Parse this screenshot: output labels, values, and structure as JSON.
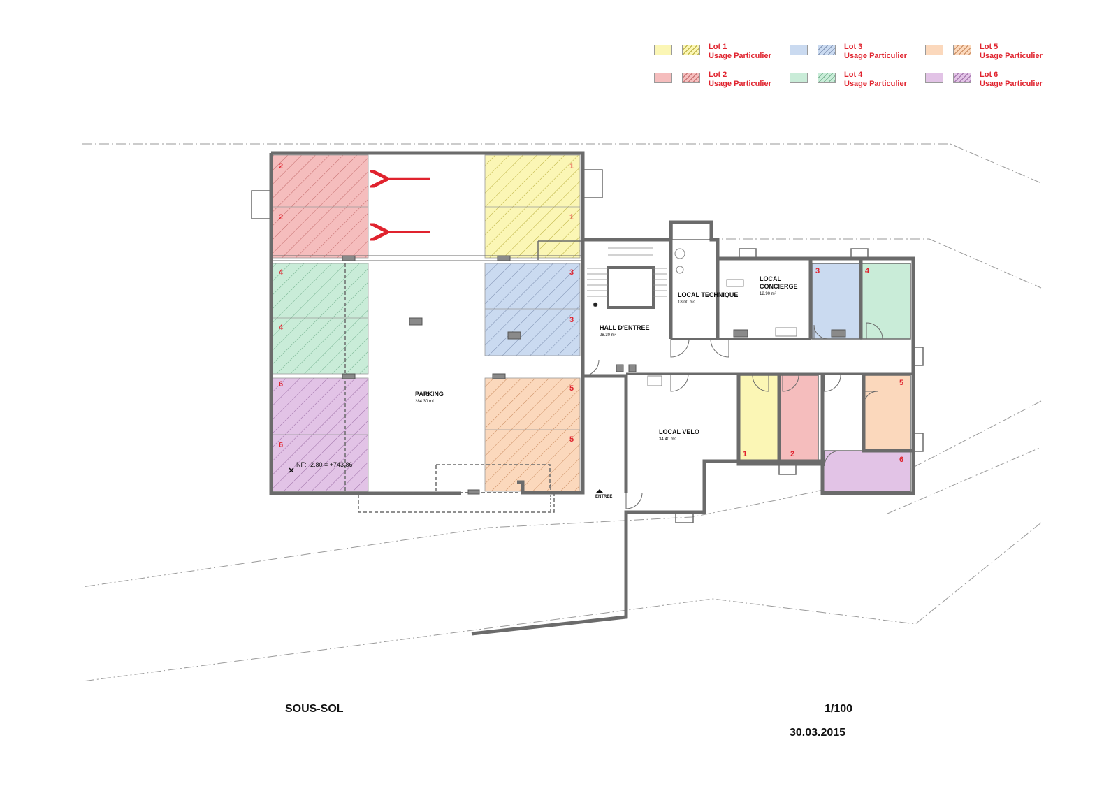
{
  "legend": [
    {
      "title": "Lot 1",
      "usage": "Usage Particulier",
      "color": "#fbf6b5",
      "hatch": "#b8ad3a"
    },
    {
      "title": "Lot 3",
      "usage": "Usage Particulier",
      "color": "#cadaf0",
      "hatch": "#7d8fb0"
    },
    {
      "title": "Lot 5",
      "usage": "Usage Particulier",
      "color": "#fbd8bc",
      "hatch": "#c7875a"
    },
    {
      "title": "Lot 2",
      "usage": "Usage Particulier",
      "color": "#f5bdbd",
      "hatch": "#c26a6a"
    },
    {
      "title": "Lot 4",
      "usage": "Usage Particulier",
      "color": "#c9ecd8",
      "hatch": "#6fae8a"
    },
    {
      "title": "Lot 6",
      "usage": "Usage Particulier",
      "color": "#e2c3e6",
      "hatch": "#9c6ea6"
    }
  ],
  "lot_numbers": {
    "n1": "1",
    "n2": "2",
    "n3": "3",
    "n4": "4",
    "n5": "5",
    "n6": "6"
  },
  "rooms": {
    "parking": {
      "name": "PARKING",
      "area": "284.30 m²"
    },
    "hall": {
      "name": "HALL D'ENTREE",
      "area": "28.30 m²"
    },
    "technique": {
      "name": "LOCAL TECHNIQUE",
      "area": "18.00 m²"
    },
    "concierge": {
      "name1": "LOCAL",
      "name2": "CONCIERGE",
      "area": "12.90 m²"
    },
    "velo": {
      "name": "LOCAL VELO",
      "area": "34.40 m²"
    },
    "entree": "ENTREE"
  },
  "level_note": "NF: -2.80 = +743.86",
  "footer": {
    "title": "SOUS-SOL",
    "scale": "1/100",
    "date": "30.03.2015"
  },
  "colors": {
    "wall": "#6b6b6b",
    "arrow": "#e0232e",
    "number": "#e0232e"
  }
}
